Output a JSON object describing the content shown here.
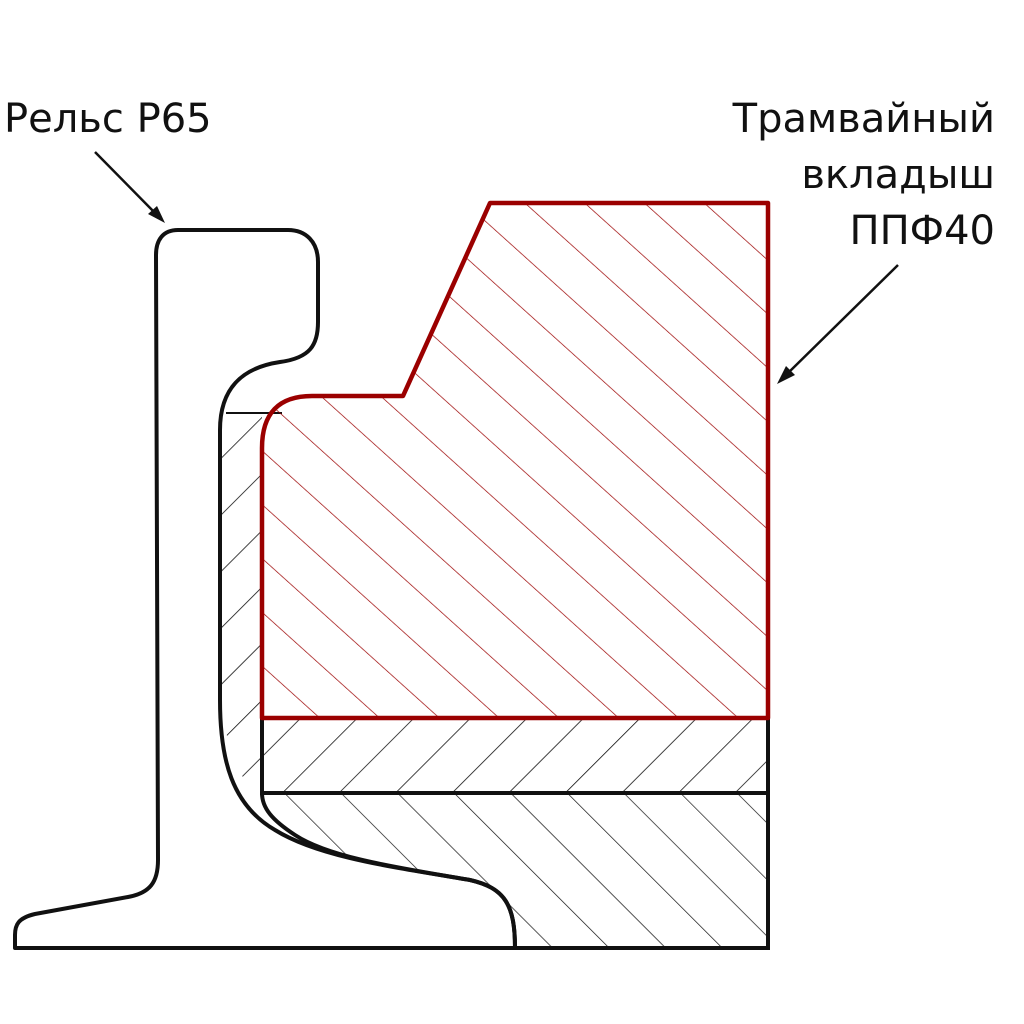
{
  "labels": {
    "rail": "Рельс Р65",
    "insert_line1": "Трамвайный",
    "insert_line2": "вкладыш",
    "insert_line3": "ППФ40"
  },
  "colors": {
    "insert": "#9b0000",
    "outline": "#111111"
  }
}
